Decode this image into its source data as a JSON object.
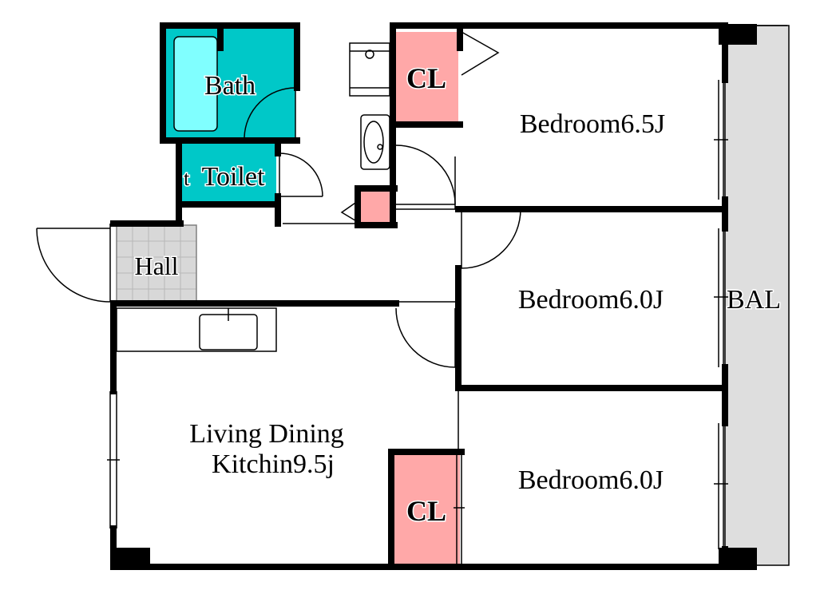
{
  "rooms": {
    "bath": "Bath",
    "toilet": "Toilet",
    "toilet_prefix": "t",
    "hall": "Hall",
    "closet_top": "CL",
    "closet_bottom": "CL",
    "bedroom_top": "Bedroom6.5J",
    "bedroom_middle": "Bedroom6.0J",
    "bedroom_bottom": "Bedroom6.0J",
    "living_line1": "Living Dining",
    "living_line2": "Kitchin9.5j",
    "balcony": "BAL"
  },
  "colors": {
    "wall": "#000000",
    "bath_fill": "#00c8c8",
    "bathtub_fill": "#80ffff",
    "closet_fill": "#ffa8a8",
    "hall_fill": "#d8d8d8",
    "balcony_fill": "#dedede",
    "floor": "#ffffff"
  }
}
